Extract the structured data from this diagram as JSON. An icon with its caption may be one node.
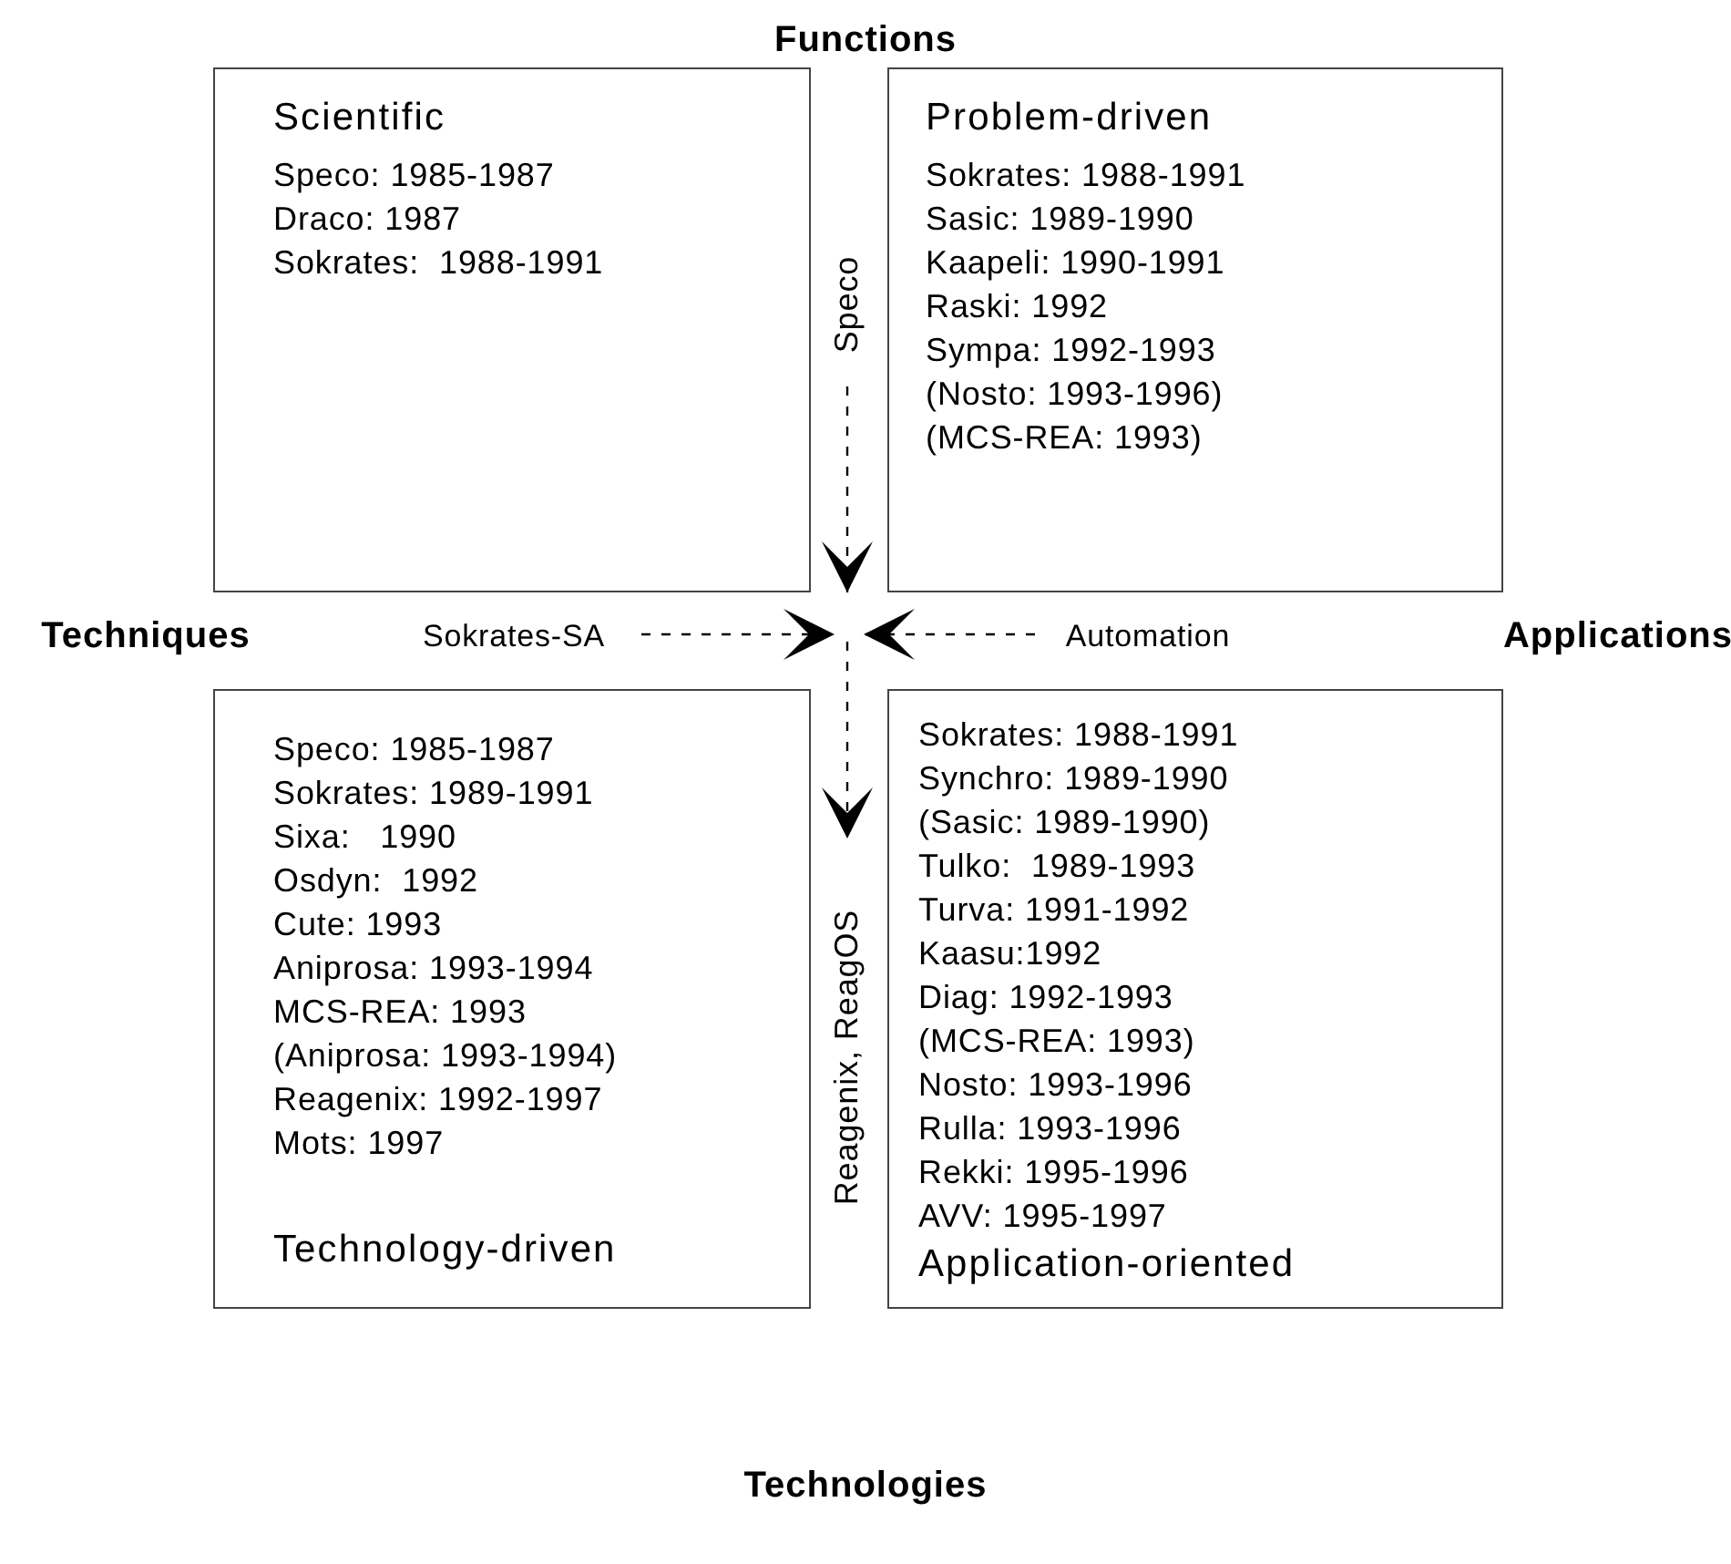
{
  "diagram": {
    "nodes": [
      {
        "text": [
          "Scientific",
          "Speco: 1985-1987",
          "Draco: 1987",
          "Sokrates:  1988-1991"
        ]
      },
      {
        "text": [
          "Problem-driven",
          "Sokrates: 1988-1991",
          "Sasic: 1989-1990",
          "Kaapeli: 1990-1991",
          "Raski: 1992",
          "Sympa: 1992-1993",
          "(Nosto: 1993-1996)",
          "(MCS-REA: 1993)"
        ]
      },
      {
        "text": [
          "Speco: 1985-1987",
          "Sokrates: 1989-1991",
          "Sixa:   1990",
          "Osdyn:  1992",
          "Cute: 1993",
          "Aniprosa: 1993-1994",
          "MCS-REA: 1993",
          "(Aniprosa: 1993-1994)",
          "Reagenix: 1992-1997",
          "Mots: 1997",
          "Technology-driven"
        ]
      },
      {
        "text": [
          "Sokrates: 1988-1991",
          "Synchro: 1989-1990",
          "(Sasic: 1989-1990)",
          "Tulko:  1989-1993",
          "Turva: 1991-1992",
          "Kaasu:1992",
          "Diag: 1992-1993",
          "(MCS-REA: 1993)",
          "Nosto: 1993-1996",
          "Rulla: 1993-1996",
          "Rekki: 1995-1996",
          "AVV: 1995-1997",
          "Application-oriented"
        ]
      }
    ],
    "labels": [
      "Functions",
      "Techniques",
      "Applications",
      "Technologies",
      "Speco",
      "Sokrates-SA",
      "Automation",
      "Reagenix, ReagOS"
    ]
  }
}
